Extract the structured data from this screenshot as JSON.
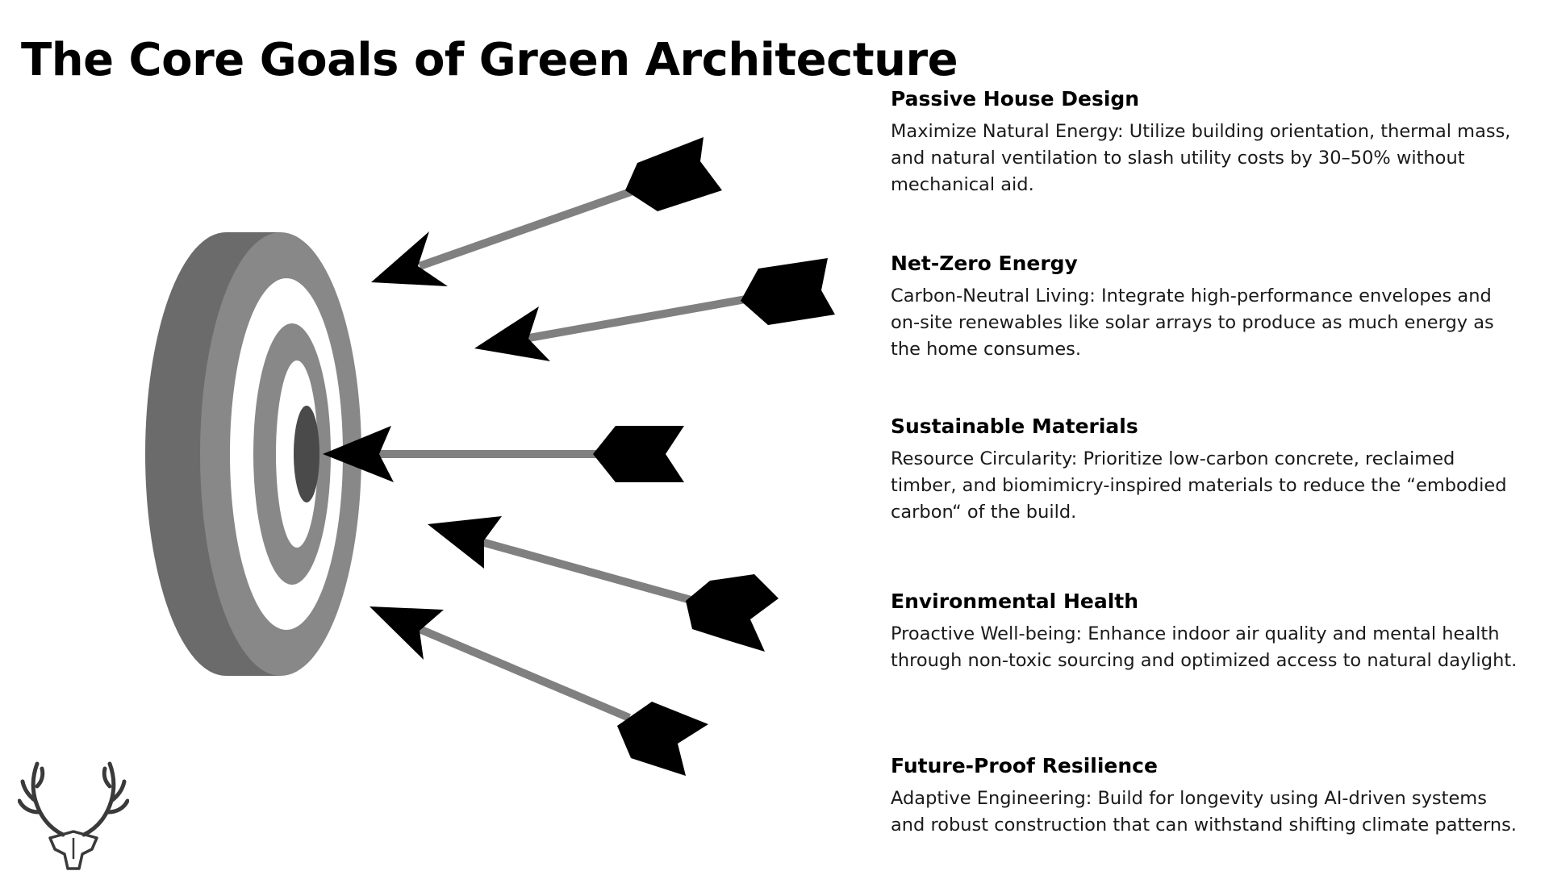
{
  "page": {
    "title": "The Core Goals of Green Architecture"
  },
  "goals": [
    {
      "heading": "Passive House Design",
      "body": "Maximize Natural Energy: Utilize building orientation, thermal mass, and natural ventilation to slash utility costs by 30–50% without mechanical aid."
    },
    {
      "heading": "Net-Zero Energy",
      "body": "Carbon-Neutral Living: Integrate high-performance envelopes and on-site renewables like solar arrays to produce as much energy as the home consumes."
    },
    {
      "heading": "Sustainable Materials",
      "body": "Resource Circularity: Prioritize low-carbon concrete, reclaimed timber, and biomimicry-inspired materials to reduce the “embodied carbon“ of the build."
    },
    {
      "heading": "Environmental Health",
      "body": "Proactive Well-being: Enhance indoor air quality and mental health through non-toxic sourcing and optimized access to natural daylight."
    },
    {
      "heading": "Future-Proof Resilience",
      "body": "Adaptive Engineering: Build for longevity using AI-driven systems and robust construction that can withstand shifting climate patterns."
    }
  ],
  "illustration": {
    "icon": "target-with-arrows-icon",
    "arrow_count": 5,
    "colors": {
      "target_dark": "#6b6b6b",
      "target_mid": "#888888",
      "target_bullseye": "#4a4a4a",
      "arrow_shaft": "#808080",
      "arrow_fill": "#000000"
    }
  },
  "logo": {
    "icon": "deer-antler-logo-icon"
  }
}
